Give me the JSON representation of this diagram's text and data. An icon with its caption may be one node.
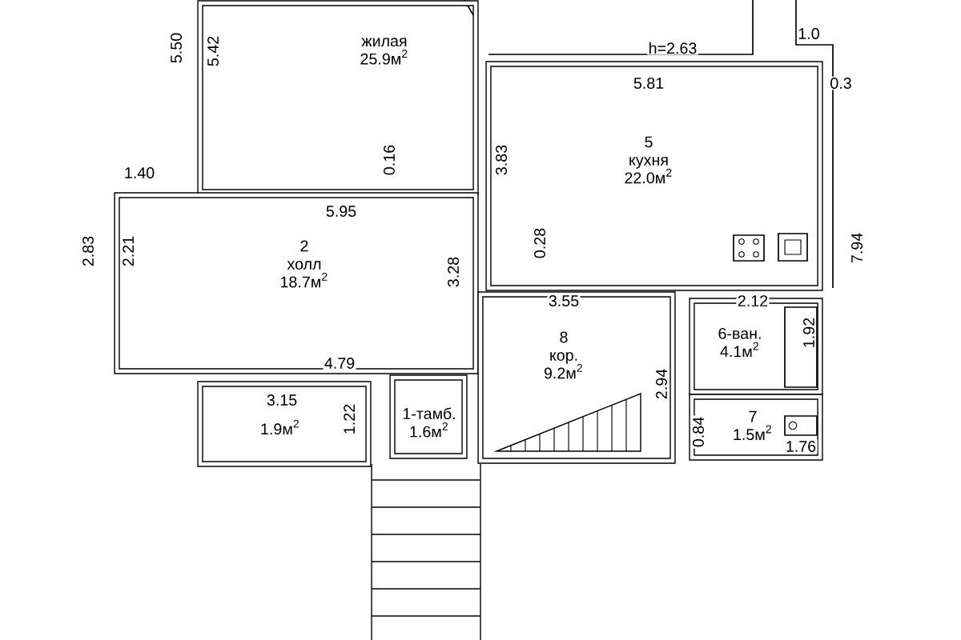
{
  "diagram": {
    "nodes": [
      {
        "text": [
          "жилая",
          "25.9м$^{2}$"
        ]
      },
      {
        "text": [
          "2",
          "холл",
          "18.7м$^{2}$"
        ]
      },
      {
        "text": [
          "5",
          "кухня",
          "22.0м$^{2}$"
        ]
      },
      {
        "text": [
          "8",
          "кор.",
          "9.2м$^{2}$"
        ]
      },
      {
        "text": [
          "6-ван.",
          "4.1м$^{2}$"
        ]
      },
      {
        "text": [
          "7",
          "1.5м$^{2}$"
        ]
      },
      {
        "text": [
          "1.9м$^{2}$"
        ]
      },
      {
        "text": [
          "1-тамб.",
          "1.6м$^{2}$"
        ]
      }
    ],
    "labels": [
      "5.50",
      "5.42",
      "h=2.63",
      "1.0",
      "5.81",
      "0.3",
      "1.40",
      "0.16",
      "5.95",
      "3.83",
      "2.83",
      "2.21",
      "0.28",
      "3.28",
      "3.55",
      "2.12",
      "7.94",
      "1.92",
      "4.79",
      "2.94",
      "3.15",
      "1.22",
      "0.84",
      "1.76"
    ]
  }
}
